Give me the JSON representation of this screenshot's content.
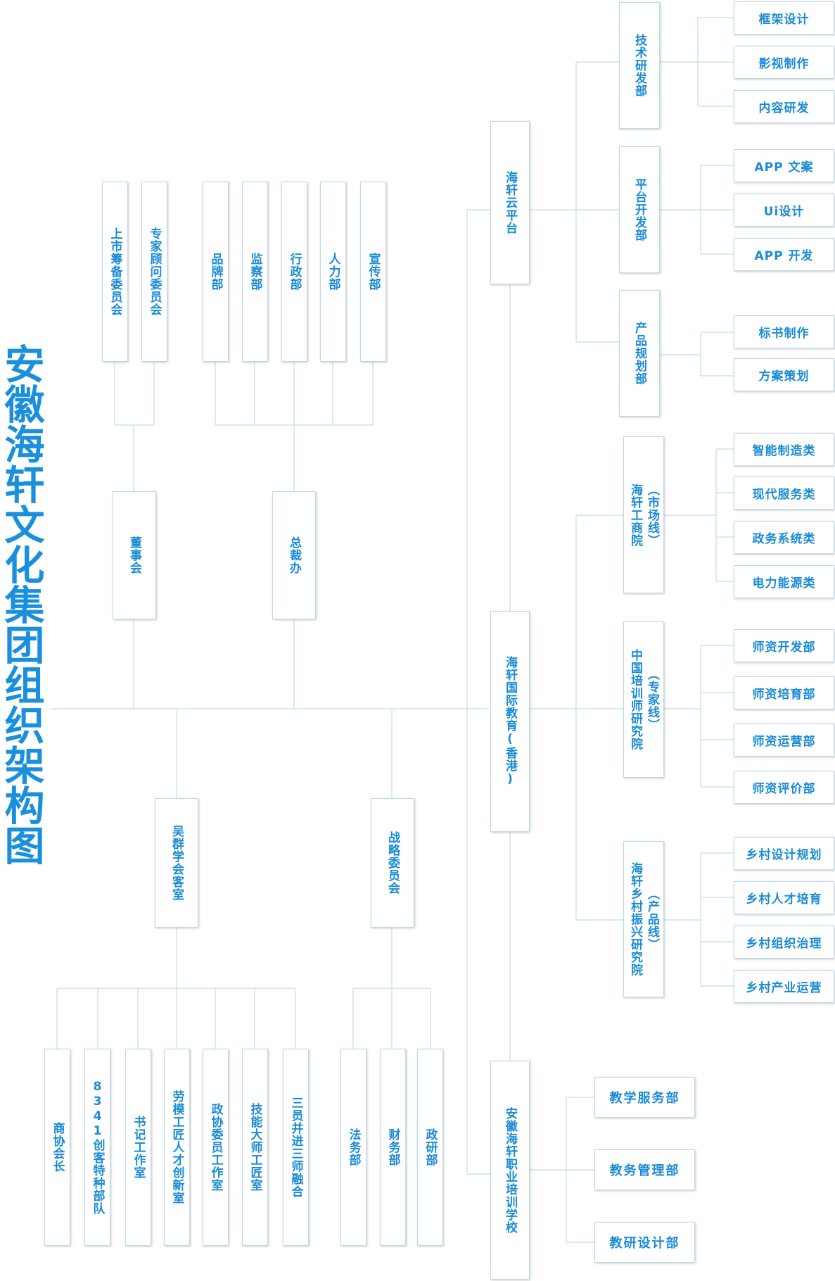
{
  "title": "安徽海轩文化集团组织架构图",
  "left": {
    "board": "董事会",
    "board_children": [
      "上市筹备委员会",
      "专家顾问委员会"
    ],
    "president_office": "总裁办",
    "president_children": [
      "品牌部",
      "监察部",
      "行政部",
      "人力部",
      "宣传部"
    ],
    "wu_qun": "吴群学会客室",
    "wu_qun_children": [
      "商协会长",
      "8341创客特种部队",
      "书记工作室",
      "劳模工匠人才创新室",
      "政协委员工作室",
      "技能大师工匠室",
      "三员并进三师融合"
    ],
    "strategy": "战略委员会",
    "strategy_children": [
      "法务部",
      "财务部",
      "政研部"
    ]
  },
  "cloud": {
    "name": "海轩云平台",
    "departments": [
      {
        "name": "技术研发部",
        "items": [
          "框架设计",
          "影视制作",
          "内容研发"
        ]
      },
      {
        "name": "平台开发部",
        "items": [
          "APP 文案",
          "Ui设计",
          "APP 开发"
        ]
      },
      {
        "name": "产品规划部",
        "items": [
          "标书制作",
          "方案策划"
        ]
      }
    ]
  },
  "intl": {
    "name": "海轩国际教育(香港)",
    "institutes": [
      {
        "name": "海轩工商院",
        "line": "（市场线）",
        "items": [
          "智能制造类",
          "现代服务类",
          "政务系统类",
          "电力能源类"
        ]
      },
      {
        "name": "中国培训师研究院",
        "line": "（专家线）",
        "items": [
          "师资开发部",
          "师资培育部",
          "师资运营部",
          "师资评价部"
        ]
      },
      {
        "name": "海轩乡村振兴研究院",
        "line": "（产品线）",
        "items": [
          "乡村设计规划",
          "乡村人才培育",
          "乡村组织治理",
          "乡村产业运营"
        ]
      }
    ]
  },
  "school": {
    "name": "安徽海轩职业培训学校",
    "items": [
      "教学服务部",
      "教务管理部",
      "教研设计部"
    ]
  },
  "colors": {
    "text": "#1a8bd6",
    "title": "#1a90dc",
    "line": "#bcd9ec",
    "box_border": "#bcd9ec"
  }
}
